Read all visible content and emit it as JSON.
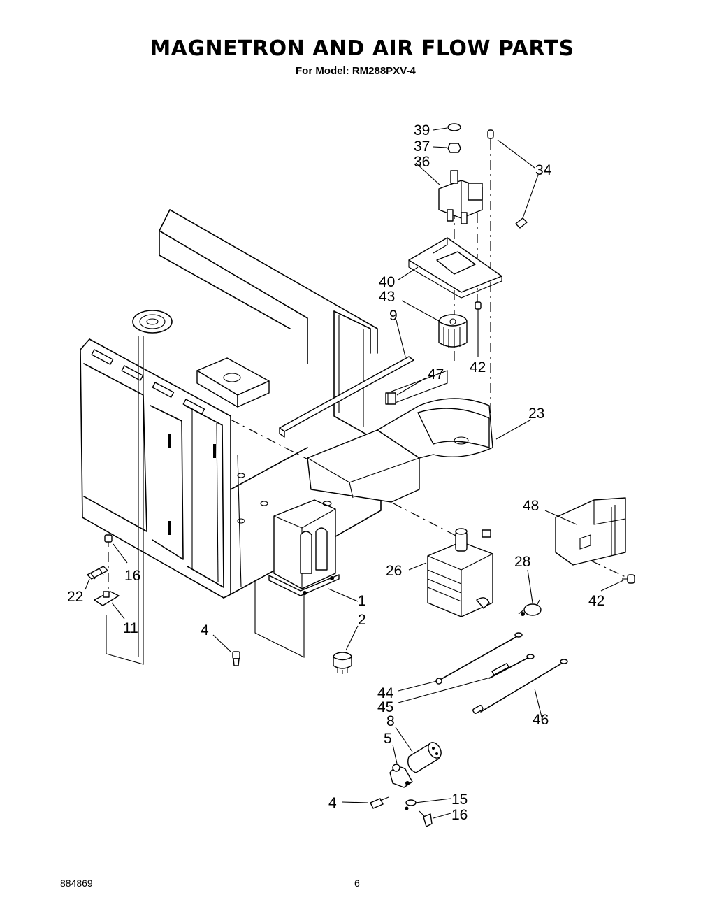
{
  "title": "MAGNETRON AND AIR FLOW PARTS",
  "subtitle": "For Model: RM288PXV-4",
  "document_number": "884869",
  "page_number": "6",
  "callouts": [
    "39",
    "37",
    "36",
    "34",
    "40",
    "43",
    "9",
    "42",
    "47",
    "23",
    "48",
    "26",
    "28",
    "42",
    "16",
    "22",
    "11",
    "1",
    "2",
    "4",
    "44",
    "45",
    "46",
    "8",
    "5",
    "4",
    "15",
    "16"
  ]
}
